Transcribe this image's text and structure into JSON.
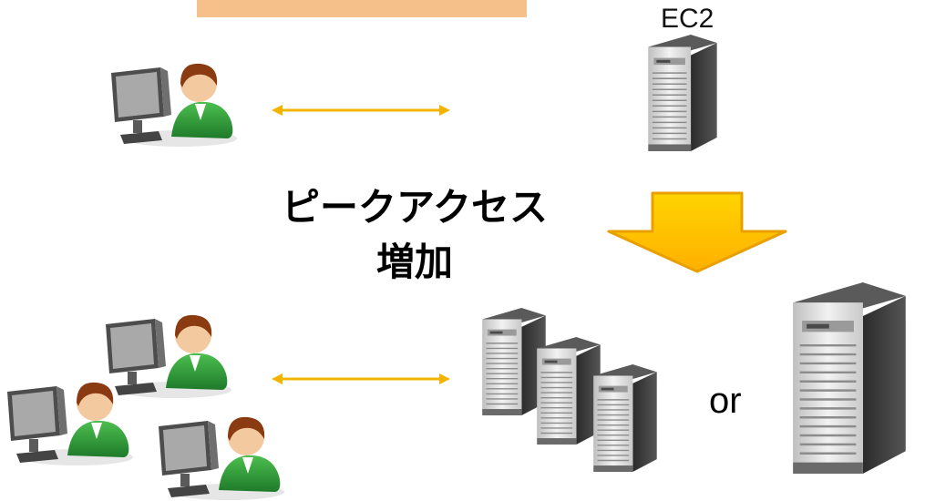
{
  "header_bar": {
    "color": "#f5c08a"
  },
  "labels": {
    "ec2": "EC2",
    "peak_line1": "ピークアクセス",
    "peak_line2": "増加",
    "or": "or"
  },
  "icons": {
    "user": "user-at-computer-icon",
    "server": "server-tower-icon",
    "arrow": "double-headed-arrow-icon",
    "down_arrow": "down-arrow-icon"
  },
  "colors": {
    "arrow_line": "#f2b400",
    "down_arrow_fill": "#ffc400",
    "down_arrow_stroke": "#e8a000",
    "server_body": "#d9d9d9",
    "server_dark": "#3a3a3a",
    "user_shirt": "#2f9a3a",
    "user_hair": "#8a3b12",
    "user_skin": "#f3c9a0",
    "monitor": "#6f6f6f"
  }
}
